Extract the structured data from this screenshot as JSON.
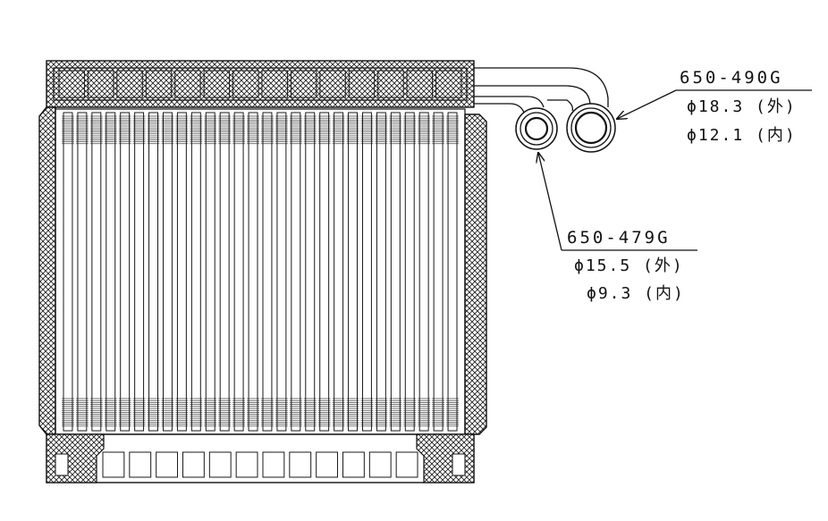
{
  "drawing": {
    "part_labels": [
      {
        "id": "outlet",
        "code": "650-490G",
        "outer_diameter": "ϕ18.3 (外)",
        "inner_diameter": "ϕ12.1 (内)"
      },
      {
        "id": "inlet",
        "code": "650-479G",
        "outer_diameter": "ϕ15.5 (外)",
        "inner_diameter": "ϕ9.3 (内)"
      }
    ],
    "tube_count": 28,
    "bottom_slot_count": 12,
    "top_cell_count": 14,
    "line_color": "#1a1a1a",
    "background_color": "#ffffff"
  }
}
